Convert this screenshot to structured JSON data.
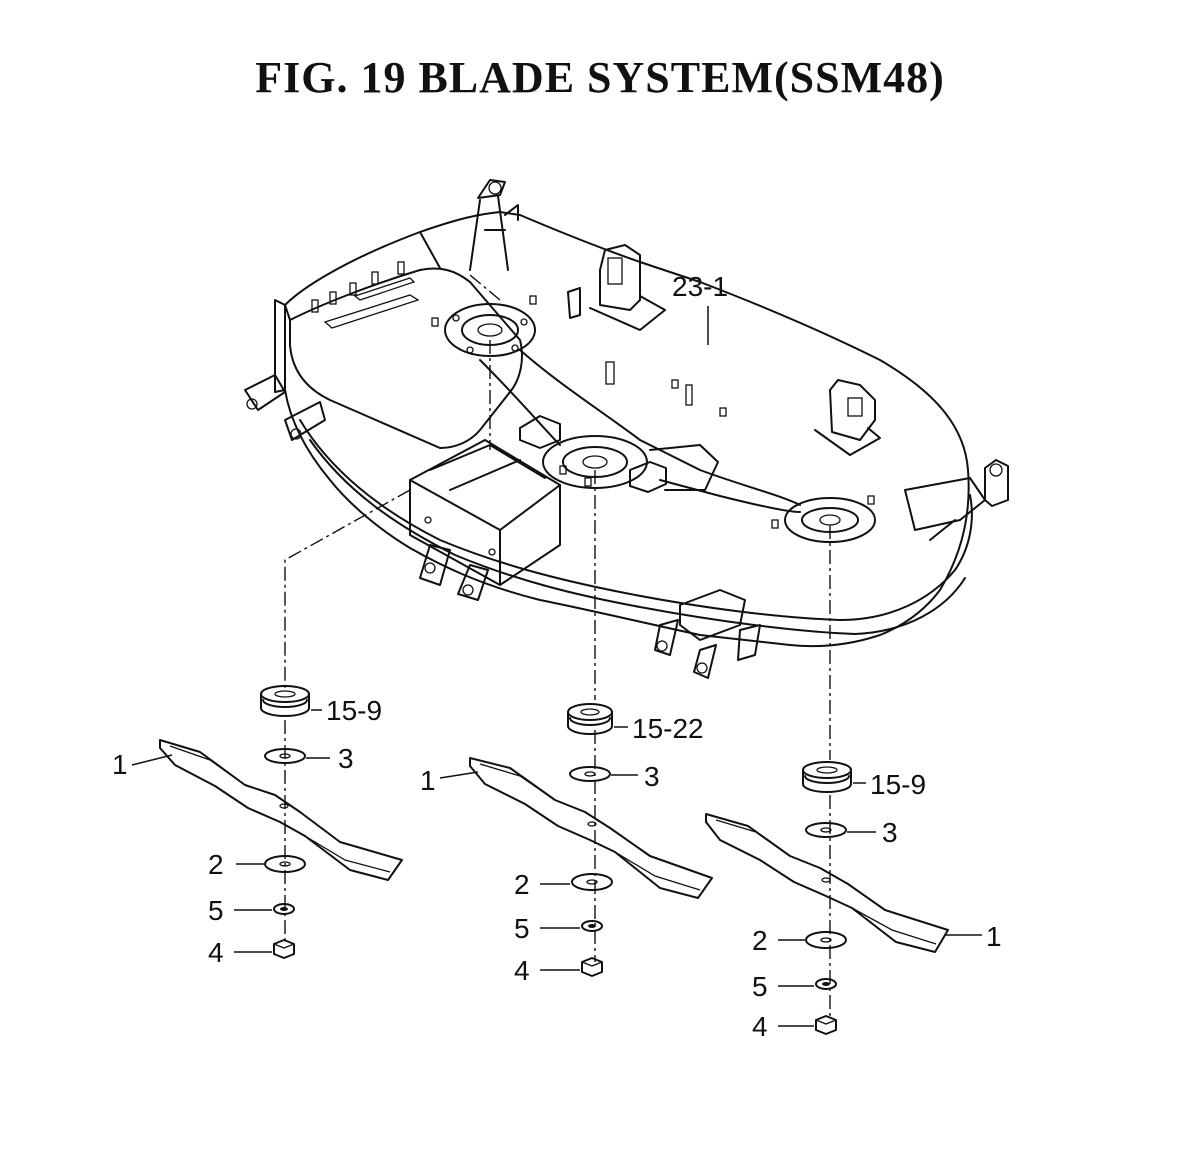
{
  "title": "FIG. 19  BLADE SYSTEM(SSM48)",
  "callouts": {
    "deck": "23-1",
    "left": {
      "spindle": "15-9",
      "washer": "3",
      "blade": "1",
      "cup_washer": "2",
      "lock_washer": "5",
      "nut": "4"
    },
    "center": {
      "spindle": "15-22",
      "washer": "3",
      "blade": "1",
      "cup_washer": "2",
      "lock_washer": "5",
      "nut": "4"
    },
    "right": {
      "spindle": "15-9",
      "washer": "3",
      "blade": "1",
      "cup_washer": "2",
      "lock_washer": "5",
      "nut": "4"
    }
  }
}
